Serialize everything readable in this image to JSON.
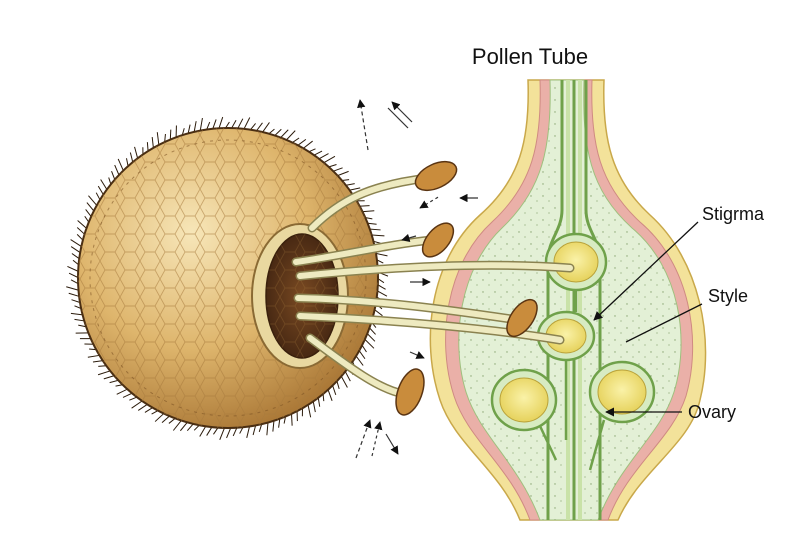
{
  "diagram": {
    "title": "Pollen Tube",
    "labels": {
      "stigma": "Stigrma",
      "style": "Style",
      "ovary": "Ovary"
    }
  },
  "colors": {
    "pollen_light": "#f4dfa8",
    "pollen_mid": "#d8ae62",
    "pollen_dark": "#8a5a22",
    "pore": "#5a3318",
    "tube": "#e6e2b4",
    "granule": "#c98c3c",
    "tissue_fill": "#e3f0d6",
    "outer_yellow": "#f3e29a",
    "outer_pink": "#e8a7a0",
    "inner_green": "#a9cf88",
    "ovule": "#f2e572"
  },
  "icons": [
    "arrow-icon"
  ]
}
